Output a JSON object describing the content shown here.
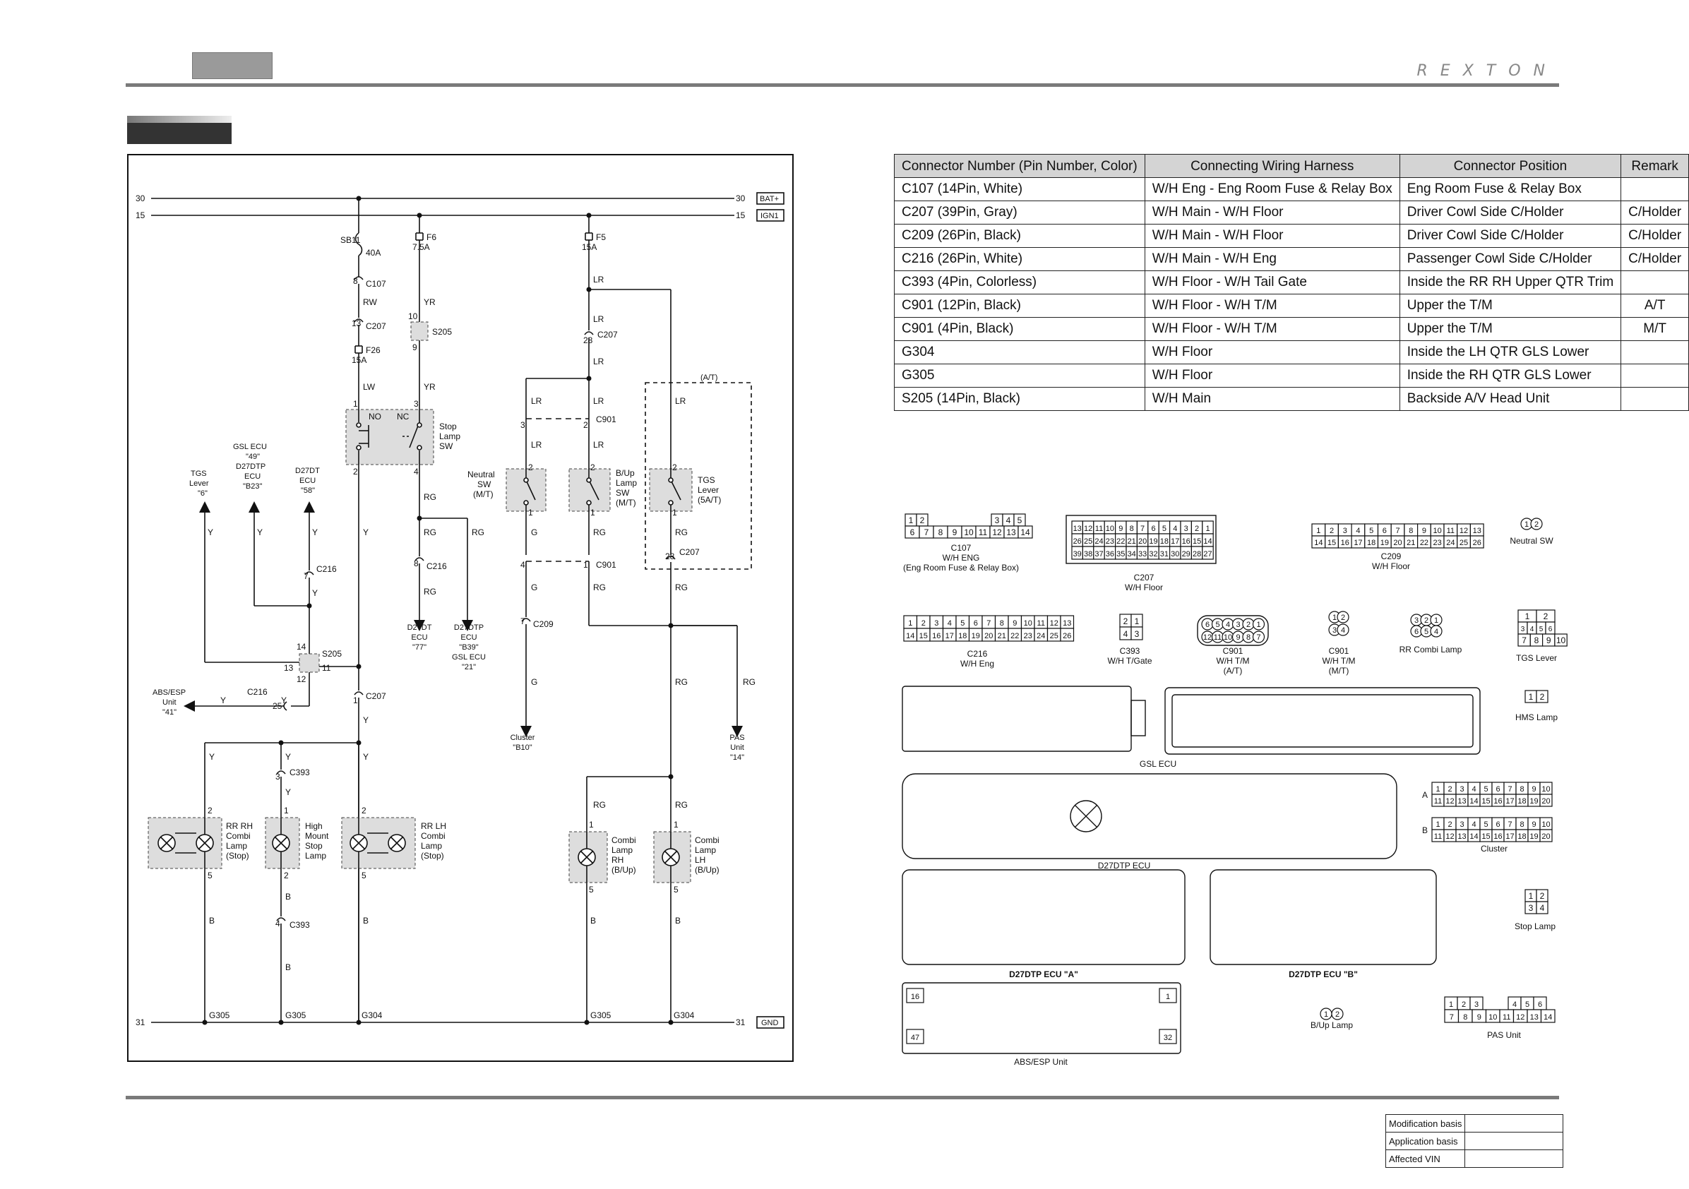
{
  "header": {
    "brand": "REXTON"
  },
  "table": {
    "headers": [
      "Connector Number (Pin Number, Color)",
      "Connecting Wiring Harness",
      "Connector Position",
      "Remark"
    ],
    "rows": [
      [
        "C107 (14Pin, White)",
        "W/H Eng - Eng Room Fuse & Relay Box",
        "Eng Room Fuse & Relay Box",
        ""
      ],
      [
        "C207 (39Pin, Gray)",
        "W/H Main - W/H Floor",
        "Driver Cowl Side C/Holder",
        "C/Holder"
      ],
      [
        "C209 (26Pin, Black)",
        "W/H Main - W/H Floor",
        "Driver Cowl Side C/Holder",
        "C/Holder"
      ],
      [
        "C216 (26Pin, White)",
        "W/H Main - W/H Eng",
        "Passenger Cowl Side C/Holder",
        "C/Holder"
      ],
      [
        "C393 (4Pin, Colorless)",
        "W/H Floor - W/H Tail Gate",
        "Inside the RR RH Upper QTR Trim",
        ""
      ],
      [
        "C901 (12Pin, Black)",
        "W/H Floor - W/H T/M",
        "Upper the T/M",
        "A/T"
      ],
      [
        "C901 (4Pin, Black)",
        "W/H Floor - W/H T/M",
        "Upper the T/M",
        "M/T"
      ],
      [
        "G304",
        "W/H Floor",
        "Inside the LH QTR GLS Lower",
        ""
      ],
      [
        "G305",
        "W/H Floor",
        "Inside the RH QTR GLS Lower",
        ""
      ],
      [
        "S205 (14Pin, Black)",
        "W/H Main",
        "Backside A/V Head Unit",
        ""
      ]
    ]
  },
  "diagram": {
    "rails": {
      "r30": "30",
      "r15": "15",
      "r31": "31",
      "bat": "BAT+",
      "ign": "IGN1",
      "gnd": "GND"
    },
    "fuses": {
      "sb11": "SB11",
      "sb11_a": "40A",
      "f6": "F6",
      "f6_a": "7.5A",
      "f5": "F5",
      "f5_a": "15A",
      "f26": "F26",
      "f26_a": "15A"
    },
    "connectors": {
      "c107": "C107",
      "c207": "C207",
      "s205": "S205",
      "c216": "C216",
      "c901": "C901",
      "c209": "C209",
      "c393": "C393"
    },
    "wires": {
      "rw": "RW",
      "yr": "YR",
      "lr": "LR",
      "lw": "LW",
      "y": "Y",
      "rg": "RG",
      "g": "G",
      "b": "B"
    },
    "pins": {
      "p1": "1",
      "p2": "2",
      "p3": "3",
      "p4": "4",
      "p5": "5",
      "p7": "7",
      "p8": "8",
      "p9": "9",
      "p10": "10",
      "p11": "11",
      "p12": "12",
      "p13": "13",
      "p14": "14",
      "p25": "25",
      "p28": "28"
    },
    "stop_sw": {
      "no": "NO",
      "nc": "NC",
      "l1": "Stop",
      "l2": "Lamp",
      "l3": "SW"
    },
    "neutral_sw": {
      "l1": "Neutral",
      "l2": "SW",
      "l3": "(M/T)"
    },
    "bup_sw": {
      "l1": "B/Up",
      "l2": "Lamp",
      "l3": "SW",
      "l4": "(M/T)"
    },
    "tgs_lever": {
      "l1": "TGS",
      "l2": "Lever",
      "l3": "(5A/T)",
      "at": "(A/T)"
    },
    "dest": {
      "tgs1": "TGS",
      "tgs2": "Lever",
      "tgs3": "\"6\"",
      "gsl1": "GSL ECU",
      "gsl2": "\"49\"",
      "gsl3": "D27DTP",
      "gsl4": "ECU",
      "gsl5": "\"B23\"",
      "d27dt1": "D27DT",
      "d27dt2": "ECU",
      "d27dt3": "\"58\"",
      "abs1": "ABS/ESP",
      "abs2": "Unit",
      "abs3": "\"41\"",
      "e77a": "D27DT",
      "e77b": "ECU",
      "e77c": "\"77\"",
      "eb39a": "D27DTP",
      "eb39b": "ECU",
      "eb39c": "\"B39\"",
      "eb39d": "GSL ECU",
      "eb39e": "\"21\"",
      "cl1": "Cluster",
      "cl2": "\"B10\"",
      "pas1": "PAS",
      "pas2": "Unit",
      "pas3": "\"14\""
    },
    "lamps": {
      "rrrh": [
        "RR RH",
        "Combi",
        "Lamp",
        "(Stop)"
      ],
      "hm": [
        "High",
        "Mount",
        "Stop",
        "Lamp"
      ],
      "rrlh": [
        "RR LH",
        "Combi",
        "Lamp",
        "(Stop)"
      ],
      "crh": [
        "Combi",
        "Lamp",
        "RH",
        "(B/Up)"
      ],
      "clh": [
        "Combi",
        "Lamp",
        "LH",
        "(B/Up)"
      ]
    },
    "grounds": {
      "g305": "G305",
      "g304": "G304"
    }
  },
  "faces": {
    "c107": {
      "t1": "C107",
      "t2": "W/H ENG",
      "t3": "(Eng Room Fuse & Relay Box)",
      "row1a": [
        "1",
        "2"
      ],
      "row1b": [
        "3",
        "4",
        "5"
      ],
      "row2": [
        "6",
        "7",
        "8",
        "9",
        "10",
        "11",
        "12",
        "13",
        "14"
      ]
    },
    "c207": {
      "t1": "C207",
      "t2": "W/H Floor",
      "r1": [
        "13",
        "12",
        "11",
        "10",
        "9",
        "8",
        "7",
        "6",
        "5",
        "4",
        "3",
        "2",
        "1"
      ],
      "r2": [
        "26",
        "25",
        "24",
        "23",
        "22",
        "21",
        "20",
        "19",
        "18",
        "17",
        "16",
        "15",
        "14"
      ],
      "r3": [
        "39",
        "38",
        "37",
        "36",
        "35",
        "34",
        "33",
        "32",
        "31",
        "30",
        "29",
        "28",
        "27"
      ]
    },
    "c209": {
      "t1": "C209",
      "t2": "W/H Floor",
      "r1": [
        "1",
        "2",
        "3",
        "4",
        "5",
        "6",
        "7",
        "8",
        "9",
        "10",
        "11",
        "12",
        "13"
      ],
      "r2": [
        "14",
        "15",
        "16",
        "17",
        "18",
        "19",
        "20",
        "21",
        "22",
        "23",
        "24",
        "25",
        "26"
      ]
    },
    "neutral": {
      "t": "Neutral SW",
      "p": [
        "1",
        "2"
      ]
    },
    "c216": {
      "t1": "C216",
      "t2": "W/H Eng",
      "r1": [
        "1",
        "2",
        "3",
        "4",
        "5",
        "6",
        "7",
        "8",
        "9",
        "10",
        "11",
        "12",
        "13"
      ],
      "r2": [
        "14",
        "15",
        "16",
        "17",
        "18",
        "19",
        "20",
        "21",
        "22",
        "23",
        "24",
        "25",
        "26"
      ]
    },
    "c393": {
      "t1": "C393",
      "t2": "W/H T/Gate",
      "p": [
        "2",
        "1",
        "4",
        "3"
      ]
    },
    "c901a": {
      "t1": "C901",
      "t2": "W/H T/M",
      "t3": "(A/T)",
      "r1": [
        "6",
        "5",
        "4",
        "3",
        "2",
        "1"
      ],
      "r2": [
        "12",
        "11",
        "10",
        "9",
        "8",
        "7"
      ]
    },
    "c901m": {
      "t1": "C901",
      "t2": "W/H T/M",
      "t3": "(M/T)",
      "p": [
        "1",
        "2",
        "3",
        "4"
      ]
    },
    "rrcombi": {
      "t": "RR Combi Lamp",
      "p": [
        "3",
        "2",
        "1",
        "6",
        "5",
        "4"
      ]
    },
    "tgs": {
      "t": "TGS Lever",
      "p": [
        "1",
        "2",
        "3",
        "4",
        "5",
        "6",
        "7",
        "8",
        "9",
        "10"
      ]
    },
    "hms": {
      "t": "HMS Lamp",
      "p": [
        "1",
        "2"
      ]
    },
    "gsl": {
      "t": "GSL ECU"
    },
    "d27": {
      "t": "D27DTP ECU"
    },
    "cluster": {
      "t": "Cluster",
      "a": "A",
      "b": "B",
      "r1": [
        "1",
        "2",
        "3",
        "4",
        "5",
        "6",
        "7",
        "8",
        "9",
        "10"
      ],
      "r2": [
        "11",
        "12",
        "13",
        "14",
        "15",
        "16",
        "17",
        "18",
        "19",
        "20"
      ]
    },
    "d27a": {
      "t": "D27DTP ECU \"A\""
    },
    "d27b": {
      "t": "D27DTP ECU \"B\""
    },
    "stoplamp": {
      "t": "Stop Lamp",
      "p": [
        "1",
        "2",
        "3",
        "4"
      ]
    },
    "abs": {
      "t": "ABS/ESP Unit",
      "c16": "16",
      "c1": "1",
      "c47": "47",
      "c32": "32"
    },
    "bup": {
      "t": "B/Up Lamp",
      "p": [
        "1",
        "2"
      ]
    },
    "pas": {
      "t": "PAS  Unit",
      "r1a": [
        "1",
        "2",
        "3"
      ],
      "r1b": [
        "4",
        "5",
        "6"
      ],
      "r2": [
        "7",
        "8",
        "9",
        "10",
        "11",
        "12",
        "13",
        "14"
      ]
    }
  },
  "footer": {
    "mod": "Modification basis",
    "app": "Application basis",
    "vin": "Affected VIN"
  }
}
